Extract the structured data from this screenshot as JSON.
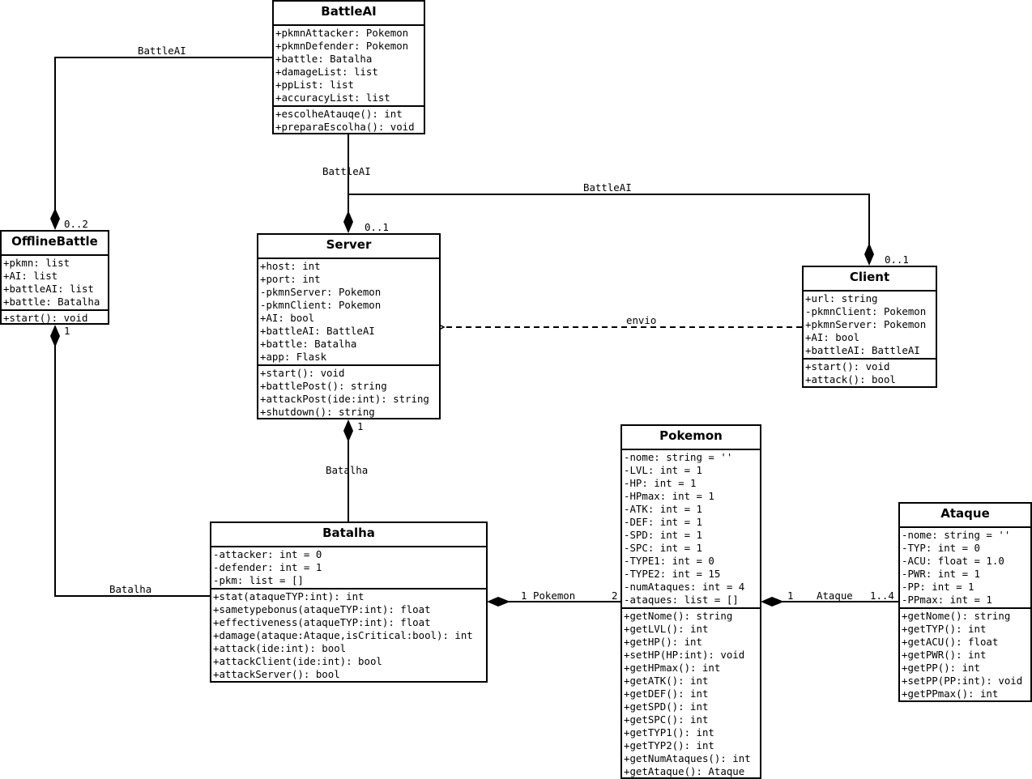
{
  "classes": {
    "battleai": {
      "name": "BattleAI",
      "attributes": [
        "+pkmnAttacker: Pokemon",
        "+pkmnDefender: Pokemon",
        "+battle: Batalha",
        "+damageList: list",
        "+ppList: list",
        "+accuracyList: list"
      ],
      "operations": [
        "+escolheAtauqe(): int",
        "+preparaEscolha(): void"
      ]
    },
    "offlinebattle": {
      "name": "OfflineBattle",
      "attributes": [
        "+pkmn: list",
        "+AI: list",
        "+battleAI: list",
        "+battle: Batalha"
      ],
      "operations": [
        "+start(): void"
      ]
    },
    "server": {
      "name": "Server",
      "attributes": [
        "+host: int",
        "+port: int",
        "-pkmnServer: Pokemon",
        "-pkmnClient: Pokemon",
        "+AI: bool",
        "+battleAI: BattleAI",
        "+battle: Batalha",
        "+app: Flask"
      ],
      "operations": [
        "+start(): void",
        "+battlePost(): string",
        "+attackPost(ide:int): string",
        "+shutdown(): string"
      ]
    },
    "client": {
      "name": "Client",
      "attributes": [
        "+url: string",
        "-pkmnClient: Pokemon",
        "+pkmnServer: Pokemon",
        "+AI: bool",
        "+battleAI: BattleAI"
      ],
      "operations": [
        "+start(): void",
        "+attack(): bool"
      ]
    },
    "pokemon": {
      "name": "Pokemon",
      "attributes": [
        "-nome: string = ''",
        "-LVL: int = 1",
        "-HP: int = 1",
        "-HPmax: int = 1",
        "-ATK: int = 1",
        "-DEF: int = 1",
        "-SPD: int = 1",
        "-SPC: int = 1",
        "-TYPE1: int = 0",
        "-TYPE2: int = 15",
        "-numAtaques: int = 4",
        "-ataques: list = []"
      ],
      "operations": [
        "+getNome(): string",
        "+getLVL(): int",
        "+getHP(): int",
        "+setHP(HP:int): void",
        "+getHPmax(): int",
        "+getATK(): int",
        "+getDEF(): int",
        "+getSPD(): int",
        "+getSPC(): int",
        "+getTYP1(): int",
        "+getTYP2(): int",
        "+getNumAtaques(): int",
        "+getAtaque(): Ataque"
      ]
    },
    "ataque": {
      "name": "Ataque",
      "attributes": [
        "-nome: string = ''",
        "-TYP: int = 0",
        "-ACU: float = 1.0",
        "-PWR: int = 1",
        "-PP: int = 1",
        "-PPmax: int = 1"
      ],
      "operations": [
        "+getNome(): string",
        "+getTYP(): int",
        "+getACU(): float",
        "+getPWR(): int",
        "+getPP(): int",
        "+setPP(PP:int): void",
        "+getPPmax(): int"
      ]
    },
    "batalha": {
      "name": "Batalha",
      "attributes": [
        "-attacker: int = 0",
        "-defender: int = 1",
        "-pkm: list = []"
      ],
      "operations": [
        "+stat(ataqueTYP:int): int",
        "+sametypebonus(ataqueTYP:int): float",
        "+effectiveness(ataqueTYP:int): float",
        "+damage(ataque:Ataque,isCritical:bool): int",
        "+attack(ide:int): bool",
        "+attackClient(ide:int): bool",
        "+attackServer(): bool"
      ]
    }
  },
  "relations": {
    "battleai_offlinebattle": {
      "label": "BattleAI",
      "multiplicity": "0..2"
    },
    "battleai_server": {
      "label": "BattleAI",
      "multiplicity": "0..1"
    },
    "battleai_client": {
      "label": "BattleAI",
      "multiplicity": "0..1"
    },
    "client_server": {
      "label": "envio"
    },
    "batalha_server": {
      "label": "Batalha",
      "multiplicity": "1"
    },
    "batalha_offlinebattle": {
      "label": "Batalha",
      "multiplicity": "1"
    },
    "pokemon_batalha": {
      "label": "Pokemon",
      "mult_whole": "1",
      "mult_part": "2"
    },
    "ataque_pokemon": {
      "label": "Ataque",
      "mult_whole": "1",
      "mult_part": "1..4"
    }
  }
}
